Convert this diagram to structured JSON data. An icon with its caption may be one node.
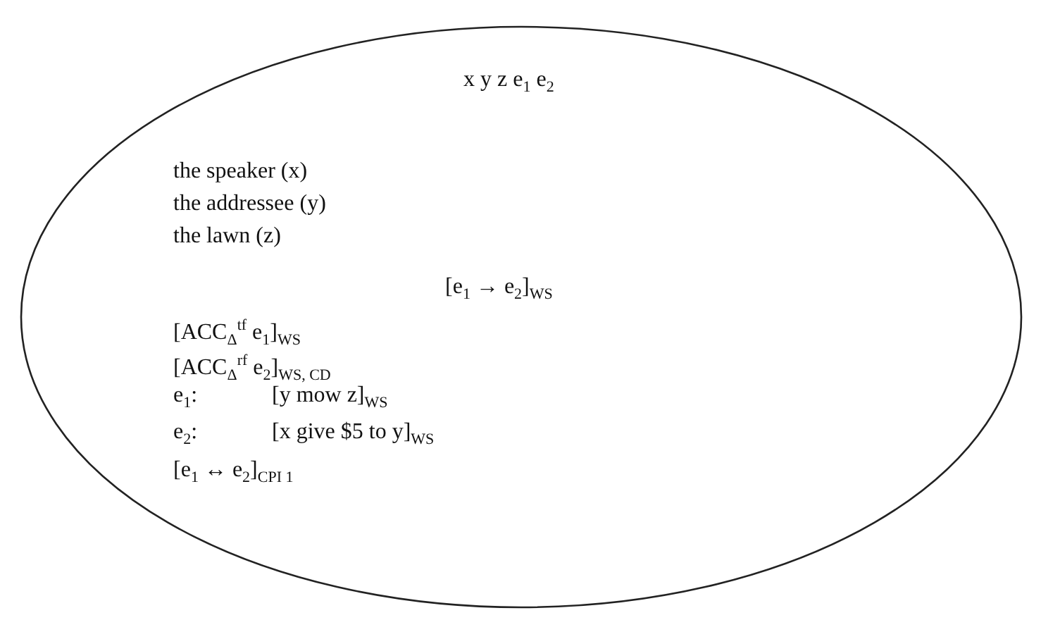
{
  "diagram": {
    "nodes": [
      {
        "text": [
          "x y z e$_{1}$ e$_{2}$",
          "the speaker (x)",
          "the addressee (y)",
          "the lawn (z)",
          "[e$_{1}$ → e$_{2}$]$_{WS}$",
          "[ACC$_{Δ}$$^{tf}$ e$_{1}$]$_{WS}$",
          "[ACC$_{Δ}$$^{rf}$ e$_{2}$]$_{WS, CD}$",
          "e$_{1}$:",
          "[y mow z]$_{WS}$",
          "e$_{2}$:",
          "[x give $5 to y]$_{WS}$",
          "[e$_{1}$ ↔ e$_{2}$]$_{CPI 1}$"
        ]
      }
    ]
  }
}
